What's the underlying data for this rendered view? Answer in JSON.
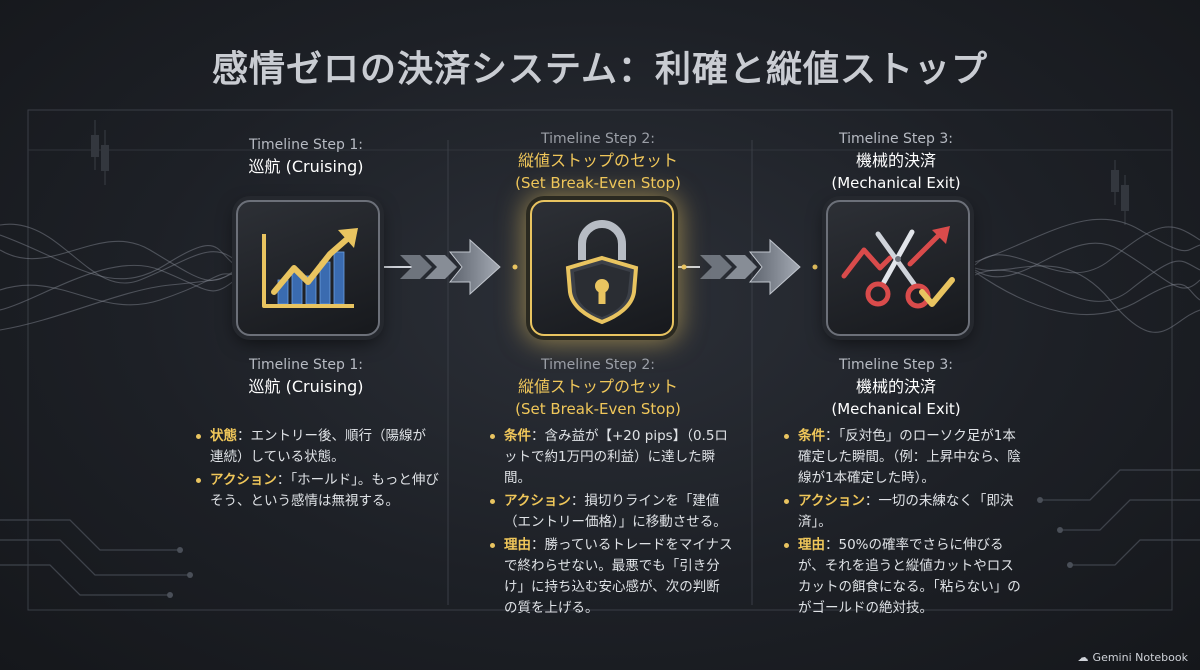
{
  "title": "感情ゼロの決済システム：利確と縦値ストップ",
  "steps": [
    {
      "label": "Timeline Step 1:",
      "name": "巡航 (Cruising)",
      "english": "",
      "icon": "rising-chart-icon",
      "bullets": [
        {
          "key": "状態",
          "text": "：エントリー後、順行（陽線が連続）している状態。"
        },
        {
          "key": "アクション",
          "text": "：「ホールド」。もっと伸びそう、という感情は無視する。"
        }
      ]
    },
    {
      "label": "Timeline Step 2:",
      "name": "縦値ストップのセット",
      "english": "(Set Break-Even Stop)",
      "icon": "padlock-shield-icon",
      "bullets": [
        {
          "key": "条件",
          "text": "：含み益が【+20 pips】（0.5ロットで約1万円の利益）に達した瞬間。"
        },
        {
          "key": "アクション",
          "text": "：損切りラインを「建値（エントリー価格）」に移動させる。"
        },
        {
          "key": "理由",
          "text": "：勝っているトレードをマイナスで終わらせない。最悪でも「引き分け」に持ち込む安心感が、次の判断の質を上げる。"
        }
      ]
    },
    {
      "label": "Timeline Step 3:",
      "name": "機械的決済",
      "english": "(Mechanical Exit)",
      "icon": "scissors-check-icon",
      "bullets": [
        {
          "key": "条件",
          "text": "：「反対色」のローソク足が1本確定した瞬間。（例：上昇中なら、陰線が1本確定した時）。"
        },
        {
          "key": "アクション",
          "text": "：一切の未練なく「即決済」。"
        },
        {
          "key": "理由",
          "text": "：50%の確率でさらに伸びるが、それを追うと縦値カットやロスカットの餌食になる。「粘らない」のがゴールドの絶対技。"
        }
      ]
    }
  ],
  "brand": "Gemini Notebook",
  "colors": {
    "gold": "#e9c460",
    "accent": "#f0c75a",
    "background": "#1d2026"
  }
}
